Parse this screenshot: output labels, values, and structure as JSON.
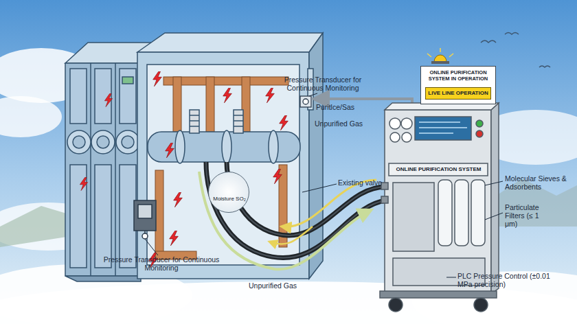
{
  "diagram": {
    "nodes": [
      {
        "text": [
          "ONLINE PURIFICATION SYSTEM IN OPERATION"
        ]
      },
      {
        "text": [
          "LIVE LINE OPERATION"
        ],
        "in": 0
      },
      {
        "text": [
          "ONLINE PURIFICATION SYSTEM"
        ]
      },
      {
        "text": [
          "Moisture SO₂"
        ]
      }
    ],
    "labels": [
      "Pressure Transducer for Continuous Monitoring",
      "Puritlce/Sas",
      "Unpurified Gas",
      "Existing valve",
      "Pressure Transducer for Continuous Monitoring",
      "Unpurified Gas",
      "Molecular Sieves & Adsorbents",
      "Particulate Filters (≤ 1 μm)",
      "PLC Pressure Control (±0.01 MPa precision)"
    ]
  }
}
